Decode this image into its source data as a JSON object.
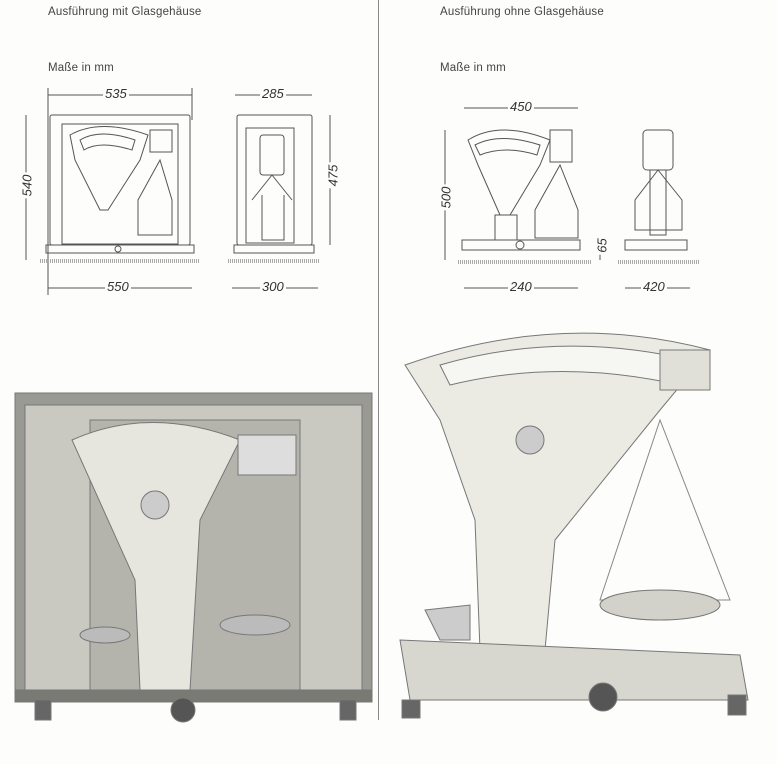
{
  "left": {
    "heading": "Ausführung mit Glasgehäuse",
    "units_label": "Maße in mm",
    "dimensions": {
      "front_width": "535",
      "front_base": "550",
      "height": "540",
      "side_width": "285",
      "side_base": "300",
      "side_height": "475"
    }
  },
  "right": {
    "heading": "Ausführung ohne Glasgehäuse",
    "units_label": "Maße in mm",
    "dimensions": {
      "front_width": "450",
      "height": "500",
      "base_height": "65",
      "front_base": "240",
      "side_base": "420"
    }
  }
}
